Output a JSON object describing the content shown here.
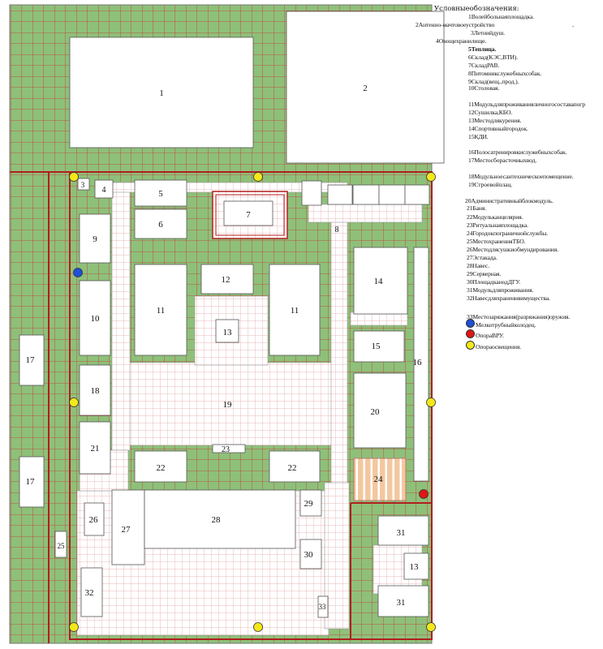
{
  "legend": {
    "title": "Условныеобозначения:",
    "items": [
      "1Волейбольнаяплощадка.",
      "2Антенно-мачтовоеустройство",
      "3Летнийдуш.",
      "4Овощехранилище.",
      "5Теплица.",
      "6Склад(КЭС,ВТИ).",
      "7СкладРАВ.",
      "8Питомникслужебныхсобак.",
      "9Склад(вещ.,прод.).",
      "10Столовая.",
      "11Модульдляпроживанияличногосоставапогр",
      "12Сушилка,КБО.",
      "13Местодлякурения.",
      "14Спортивныйгородок.",
      "15КДИ.",
      "16Полосатренировкислужебныхсобак.",
      "17Местосборасточныхвод.",
      "18Модульноесантехническоепомещение.",
      "19Строевойплац.",
      "20Административныйблокмодуль.",
      "21Баня.",
      "22Модульканцелярия.",
      "23Ритуальнаяплощадка.",
      "24Городокпограничнойслужбы.",
      "25МестохраненияТБО.",
      "26Местодлясушкиобмундирования.",
      "27Эстакада.",
      "28Навес.",
      "29Серверная.",
      "30ПлощадканодДГУ.",
      "31Модульдляпроживания.",
      "32Навесдляхраненияимущества.",
      "33Местозаряжания(разряжания)оружия."
    ],
    "symbols": [
      {
        "label": "Мелкотрубныйколодец.",
        "color": "#1f4fd6"
      },
      {
        "label": "ОпораВРУ.",
        "color": "#e01616"
      },
      {
        "label": "Опораосвещения.",
        "color": "#f4e81a"
      }
    ],
    "dash": "-"
  },
  "plan_labels": {
    "b1": "1",
    "b2": "2",
    "b3": "3",
    "b4": "4",
    "b5": "5",
    "b6": "6",
    "b7": "7",
    "b8": "8",
    "b9": "9",
    "b10": "10",
    "b11a": "11",
    "b11b": "11",
    "b12": "12",
    "b13a": "13",
    "b13b": "13",
    "b14": "14",
    "b15": "15",
    "b16": "16",
    "b17a": "17",
    "b17b": "17",
    "b18": "18",
    "b19": "19",
    "b20": "20",
    "b21": "21",
    "b22a": "22",
    "b22b": "22",
    "b23": "23",
    "b24": "24",
    "b25": "25",
    "b26": "26",
    "b27": "27",
    "b28": "28",
    "b29": "29",
    "b30": "30",
    "b31a": "31",
    "b31b": "31",
    "b32": "32",
    "b33": "33"
  },
  "colors": {
    "grass": "#8ec07a",
    "grid_minor": "#c9342f",
    "grid_major": "#b01f1f",
    "paving": "#ffffff",
    "paving_grid": "#e3a1a1",
    "building": "#ffffff",
    "outline": "#555555",
    "orange": "#f3c8a0",
    "orange_stripe": "#ffffff"
  }
}
